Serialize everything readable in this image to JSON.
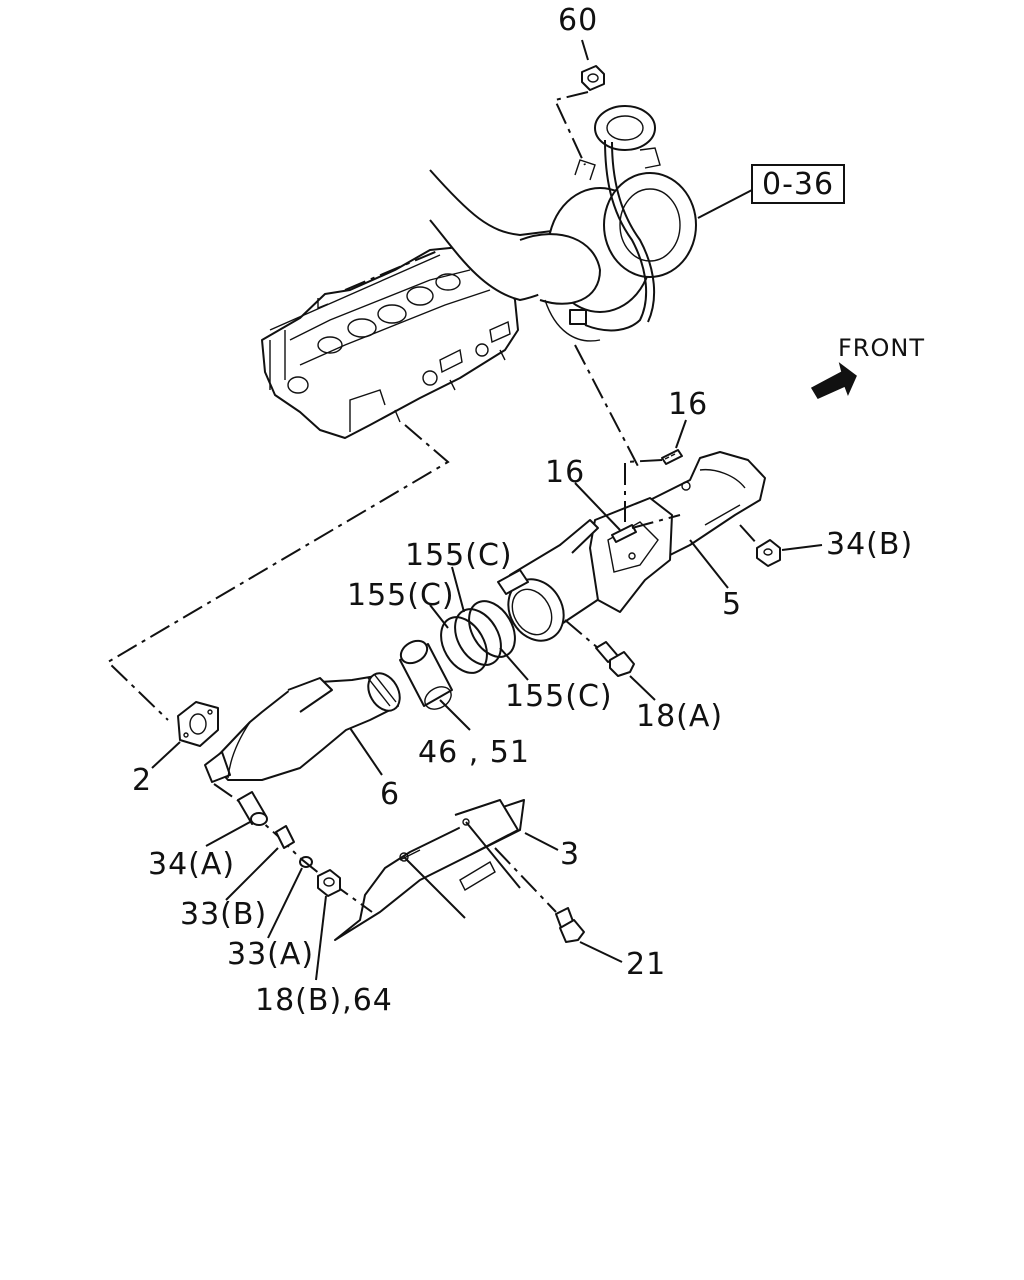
{
  "callouts": {
    "c60": "60",
    "c16_top": "16",
    "c16_mid": "16",
    "c34b": "34(B)",
    "c5": "5",
    "c155_a": "155(C)",
    "c155_b": "155(C)",
    "c155_c": "155(C)",
    "c18a": "18(A)",
    "c46_51": "46 , 51",
    "c2": "2",
    "c6": "6",
    "c3": "3",
    "c34a": "34(A)",
    "c33b": "33(B)",
    "c33a": "33(A)",
    "c18b_64": "18(B),64",
    "c21": "21"
  },
  "reference_box": "0-36",
  "front_label": "FRONT"
}
